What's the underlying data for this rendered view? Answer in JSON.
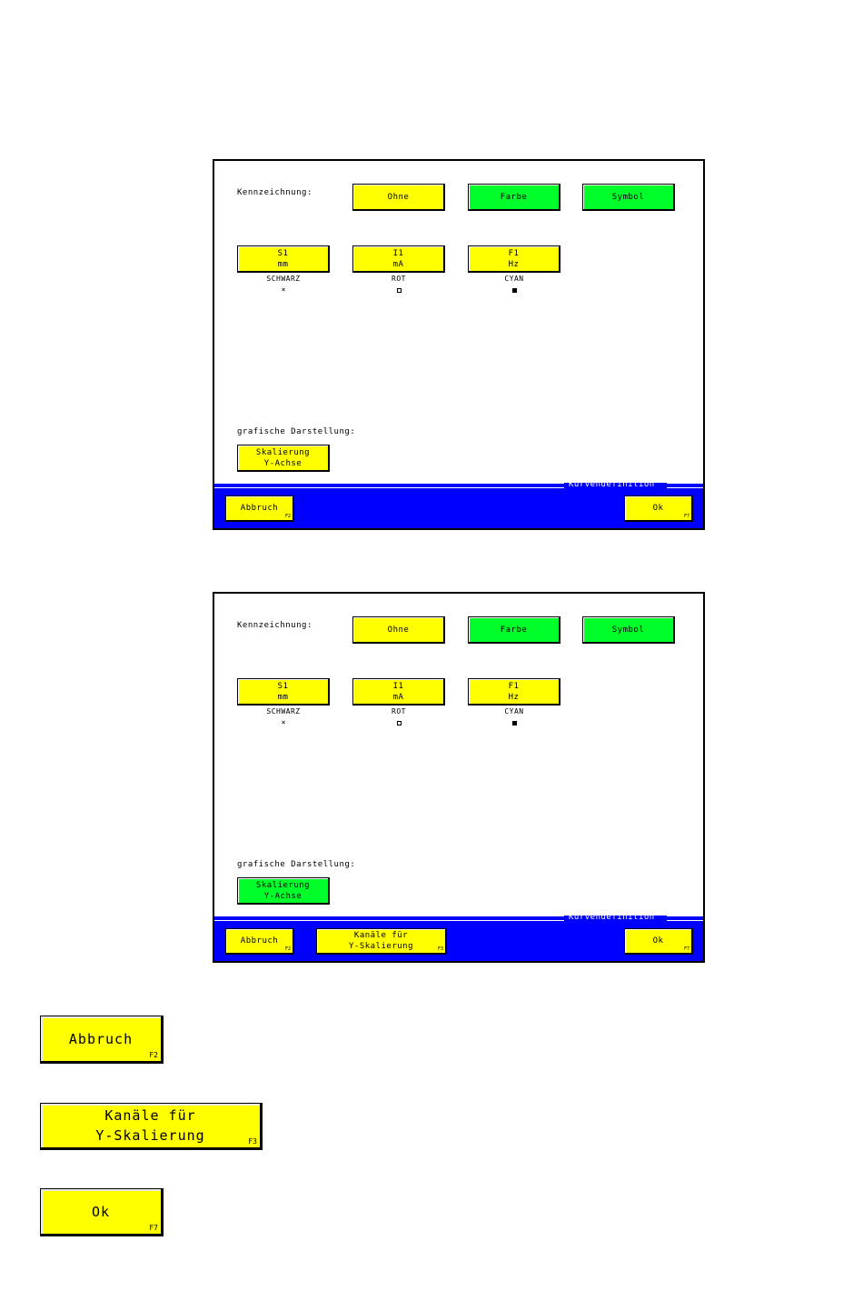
{
  "screens": [
    {
      "kennzeichnung_label": "Kennzeichnung:",
      "mode_buttons": {
        "ohne": "Ohne",
        "farbe": "Farbe",
        "symbol": "Symbol"
      },
      "channels": [
        {
          "line1": "S1",
          "line2": "mm",
          "color_name": "SCHWARZ",
          "marker": "×"
        },
        {
          "line1": "I1",
          "line2": "mA",
          "color_name": "ROT",
          "marker": "open-square"
        },
        {
          "line1": "F1",
          "line2": "Hz",
          "color_name": "CYAN",
          "marker": "filled-square"
        }
      ],
      "grafische_label": "grafische Darstellung:",
      "scale_button": {
        "line1": "Skalierung",
        "line2": "Y-Achse",
        "state": "yellow"
      },
      "bar_title": "Kurvendefinition",
      "bottom_buttons": {
        "abbruch": {
          "label": "Abbruch",
          "fkey": "F2"
        },
        "ok": {
          "label": "Ok",
          "fkey": "F7"
        }
      }
    },
    {
      "kennzeichnung_label": "Kennzeichnung:",
      "mode_buttons": {
        "ohne": "Ohne",
        "farbe": "Farbe",
        "symbol": "Symbol"
      },
      "channels": [
        {
          "line1": "S1",
          "line2": "mm",
          "color_name": "SCHWARZ",
          "marker": "×"
        },
        {
          "line1": "I1",
          "line2": "mA",
          "color_name": "ROT",
          "marker": "open-square"
        },
        {
          "line1": "F1",
          "line2": "Hz",
          "color_name": "CYAN",
          "marker": "filled-square"
        }
      ],
      "grafische_label": "grafische Darstellung:",
      "scale_button": {
        "line1": "Skalierung",
        "line2": "Y-Achse",
        "state": "green"
      },
      "bar_title": "Kurvendefinition",
      "bottom_buttons": {
        "abbruch": {
          "label": "Abbruch",
          "fkey": "F2"
        },
        "kanaele": {
          "line1": "Kanäle für",
          "line2": "Y-Skalierung",
          "fkey": "F3"
        },
        "ok": {
          "label": "Ok",
          "fkey": "F7"
        }
      }
    }
  ],
  "legend_buttons": {
    "abbruch": {
      "label": "Abbruch",
      "fkey": "F2"
    },
    "kanaele": {
      "line1": "Kanäle für",
      "line2": "Y-Skalierung",
      "fkey": "F3"
    },
    "ok": {
      "label": "Ok",
      "fkey": "F7"
    }
  },
  "colors": {
    "button_yellow": "#ffff00",
    "button_green": "#00ff2a",
    "bar_blue": "#0000ff"
  }
}
